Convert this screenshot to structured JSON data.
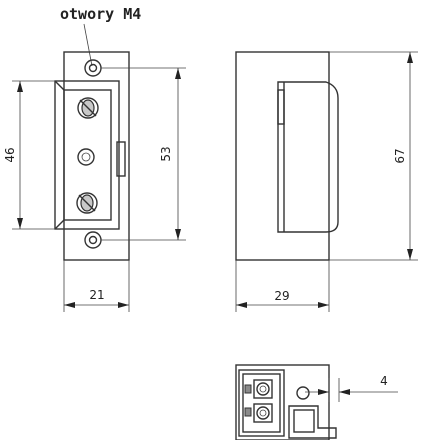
{
  "label_holes": "otwory M4",
  "dimensions": {
    "front_height_inner": "46",
    "front_height_holes": "53",
    "front_width": "21",
    "side_width": "29",
    "side_height": "67",
    "bottom_offset": "4"
  }
}
